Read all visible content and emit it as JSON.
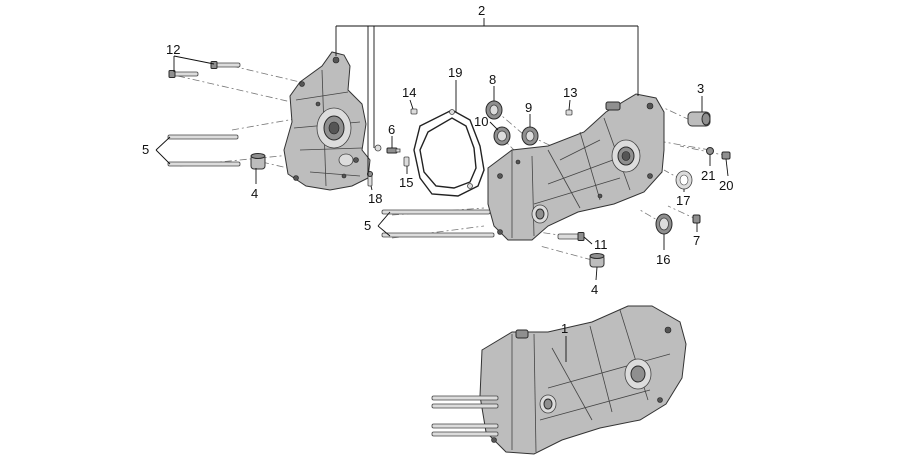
{
  "callouts": {
    "c1": "1",
    "c2": "2",
    "c3": "3",
    "c4a": "4",
    "c4b": "4",
    "c5a": "5",
    "c5b": "5",
    "c6": "6",
    "c7": "7",
    "c8": "8",
    "c9": "9",
    "c10": "10",
    "c11": "11",
    "c12": "12",
    "c13": "13",
    "c14": "14",
    "c15": "15",
    "c16": "16",
    "c17": "17",
    "c18": "18",
    "c19": "19",
    "c20": "20",
    "c21": "21"
  }
}
